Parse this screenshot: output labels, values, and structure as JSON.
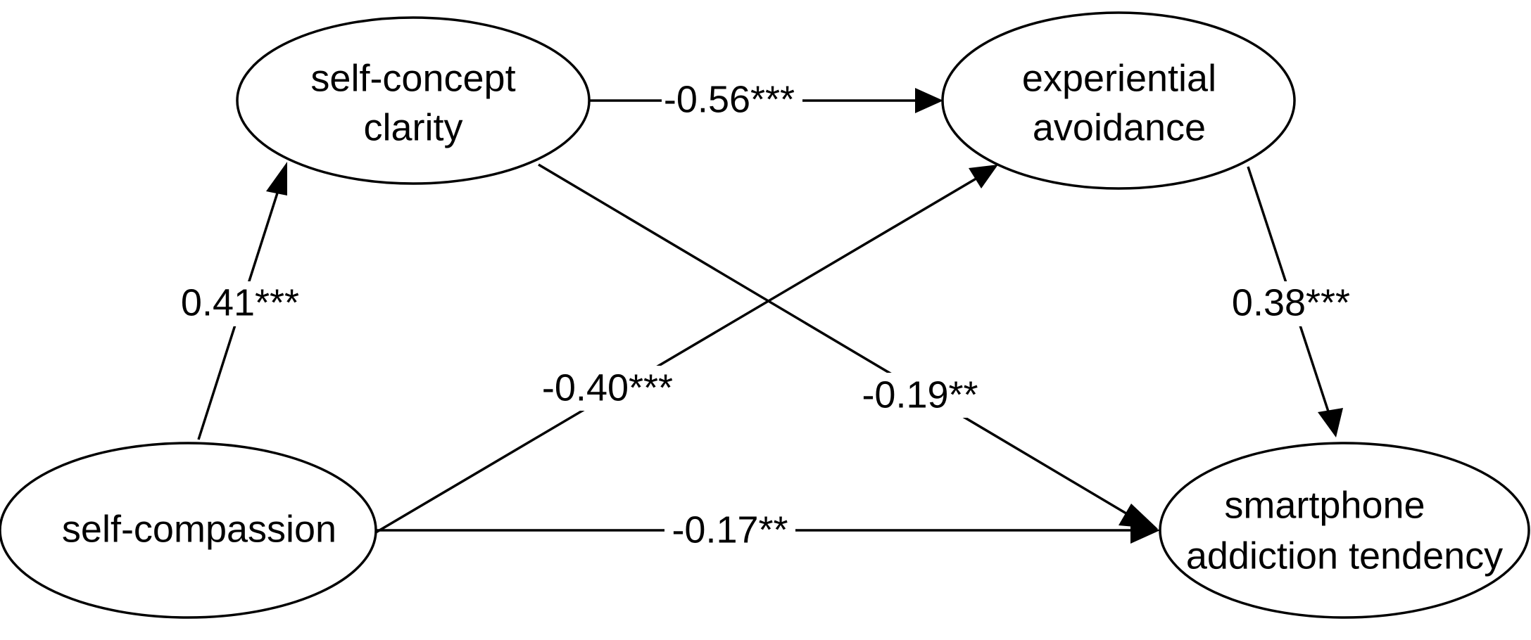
{
  "nodes": {
    "self_concept_clarity": {
      "line1": "self-concept",
      "line2": "clarity"
    },
    "experiential_avoidance": {
      "line1": "experiential",
      "line2": "avoidance"
    },
    "self_compassion": {
      "line1": "self-compassion"
    },
    "smartphone_addiction_tendency": {
      "line1": "smartphone",
      "line2": "addiction tendency"
    }
  },
  "edges": {
    "compassion_to_clarity": {
      "coefficient": "0.41***"
    },
    "clarity_to_avoidance": {
      "coefficient": "-0.56***"
    },
    "compassion_to_avoidance": {
      "coefficient": "-0.40***"
    },
    "clarity_to_addiction": {
      "coefficient": "-0.19**"
    },
    "avoidance_to_addiction": {
      "coefficient": "0.38***"
    },
    "compassion_to_addiction": {
      "coefficient": "-0.17**"
    }
  }
}
